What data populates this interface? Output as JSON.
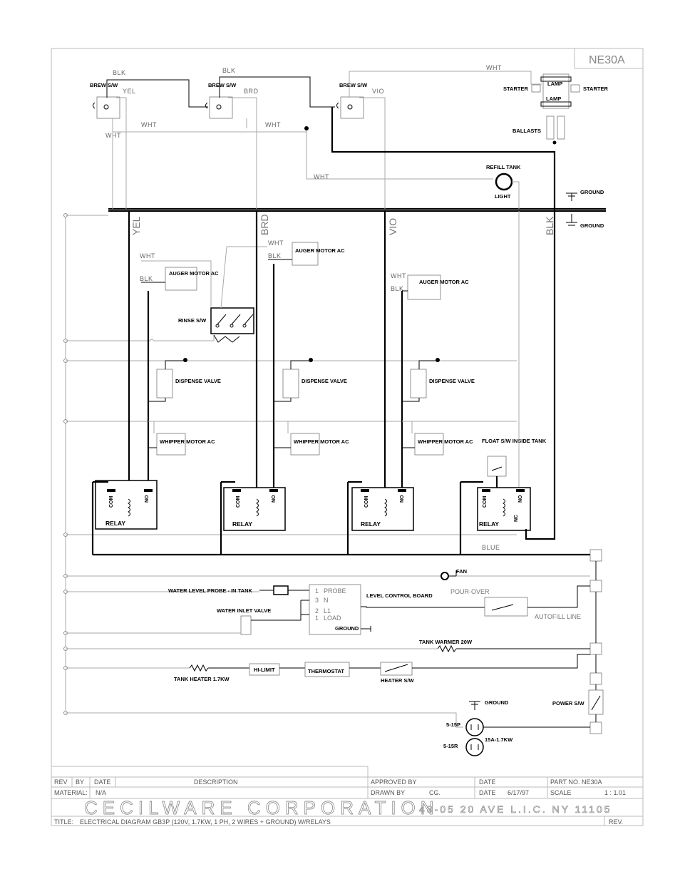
{
  "part_corner": "NE30A",
  "wires": {
    "blk": "BLK",
    "yel": "YEL",
    "brd": "BRD",
    "vio": "VIO",
    "wht": "WHT",
    "blue": "BLUE"
  },
  "components": {
    "brew_sw": "BREW S/W",
    "starter": "STARTER",
    "lamp": "LAMP",
    "ballasts": "BALLASTS",
    "refill_tank": "REFILL TANK",
    "light": "LIGHT",
    "ground": "GROUND",
    "auger_motor": "AUGER MOTOR AC",
    "rinse_sw": "RINSE S/W",
    "dispense_valve": "DISPENSE VALVE",
    "whipper_motor": "WHIPPER MOTOR AC",
    "float_sw": "FLOAT S/W INSIDE TANK",
    "relay": "RELAY",
    "com": "COM",
    "no": "NO",
    "nc": "NC",
    "fan": "FAN",
    "water_level_probe": "WATER LEVEL PROBE - IN TANK",
    "level_control_board": "LEVEL CONTROL BOARD",
    "water_inlet_valve": "WATER INLET VALVE",
    "probe": "PROBE",
    "n": "N",
    "l1": "L1",
    "load": "LOAD",
    "pour_over": "POUR-OVER",
    "autofill_line": "AUTOFILL LINE",
    "tank_warmer": "TANK WARMER 20W",
    "tank_heater": "TANK HEATER 1.7KW",
    "hi_limit": "HI-LIMIT",
    "thermostat": "THERMOSTAT",
    "heater_sw": "HEATER S/W",
    "power_sw": "POWER S/W",
    "plug_5_15p": "5-15P",
    "plug_5_15r": "5-15R",
    "amp_rating": "15A-1.7KW"
  },
  "title_block": {
    "rev": "REV",
    "by": "BY",
    "date": "DATE",
    "description": "DESCRIPTION",
    "approved_by": "APPROVED BY",
    "date2": "DATE",
    "part_no": "PART NO. NE30A",
    "material_label": "MATERIAL:",
    "material": "N/A",
    "drawn_by_label": "DRAWN BY",
    "drawn_by": "CG.",
    "date_label": "DATE",
    "date_value": "6/17/97",
    "scale_label": "SCALE",
    "scale_value": "1 : 1.01",
    "company": "CECILWARE CORPORATION",
    "address": "43-05 20 AVE L.I.C. NY 11105",
    "title_label": "TITLE:",
    "title": "ELECTRICAL DIAGRAM GB3P (120V, 1.7KW, 1 PH, 2 WIRES + GROUND) W/RELAYS",
    "rev2": "REV."
  }
}
